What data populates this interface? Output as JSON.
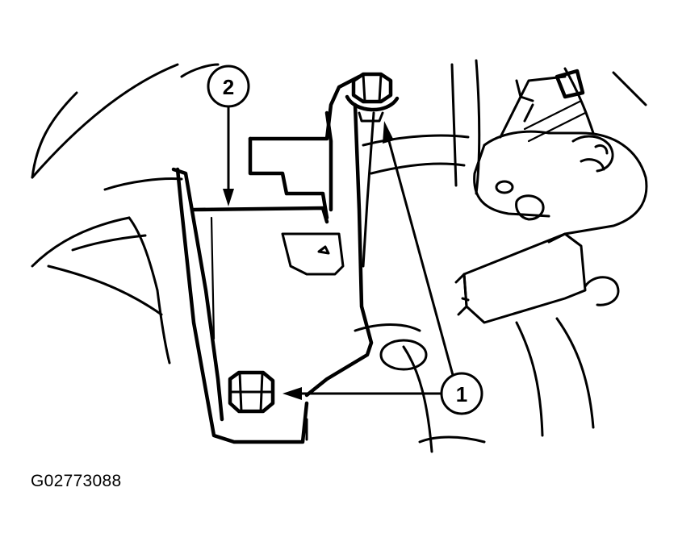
{
  "figure": {
    "callouts": [
      {
        "id": "callout-1",
        "label": "1"
      },
      {
        "id": "callout-2",
        "label": "2"
      }
    ],
    "figure_id": "G02773088"
  },
  "colors": {
    "ink": "#000000",
    "paper": "#ffffff"
  }
}
